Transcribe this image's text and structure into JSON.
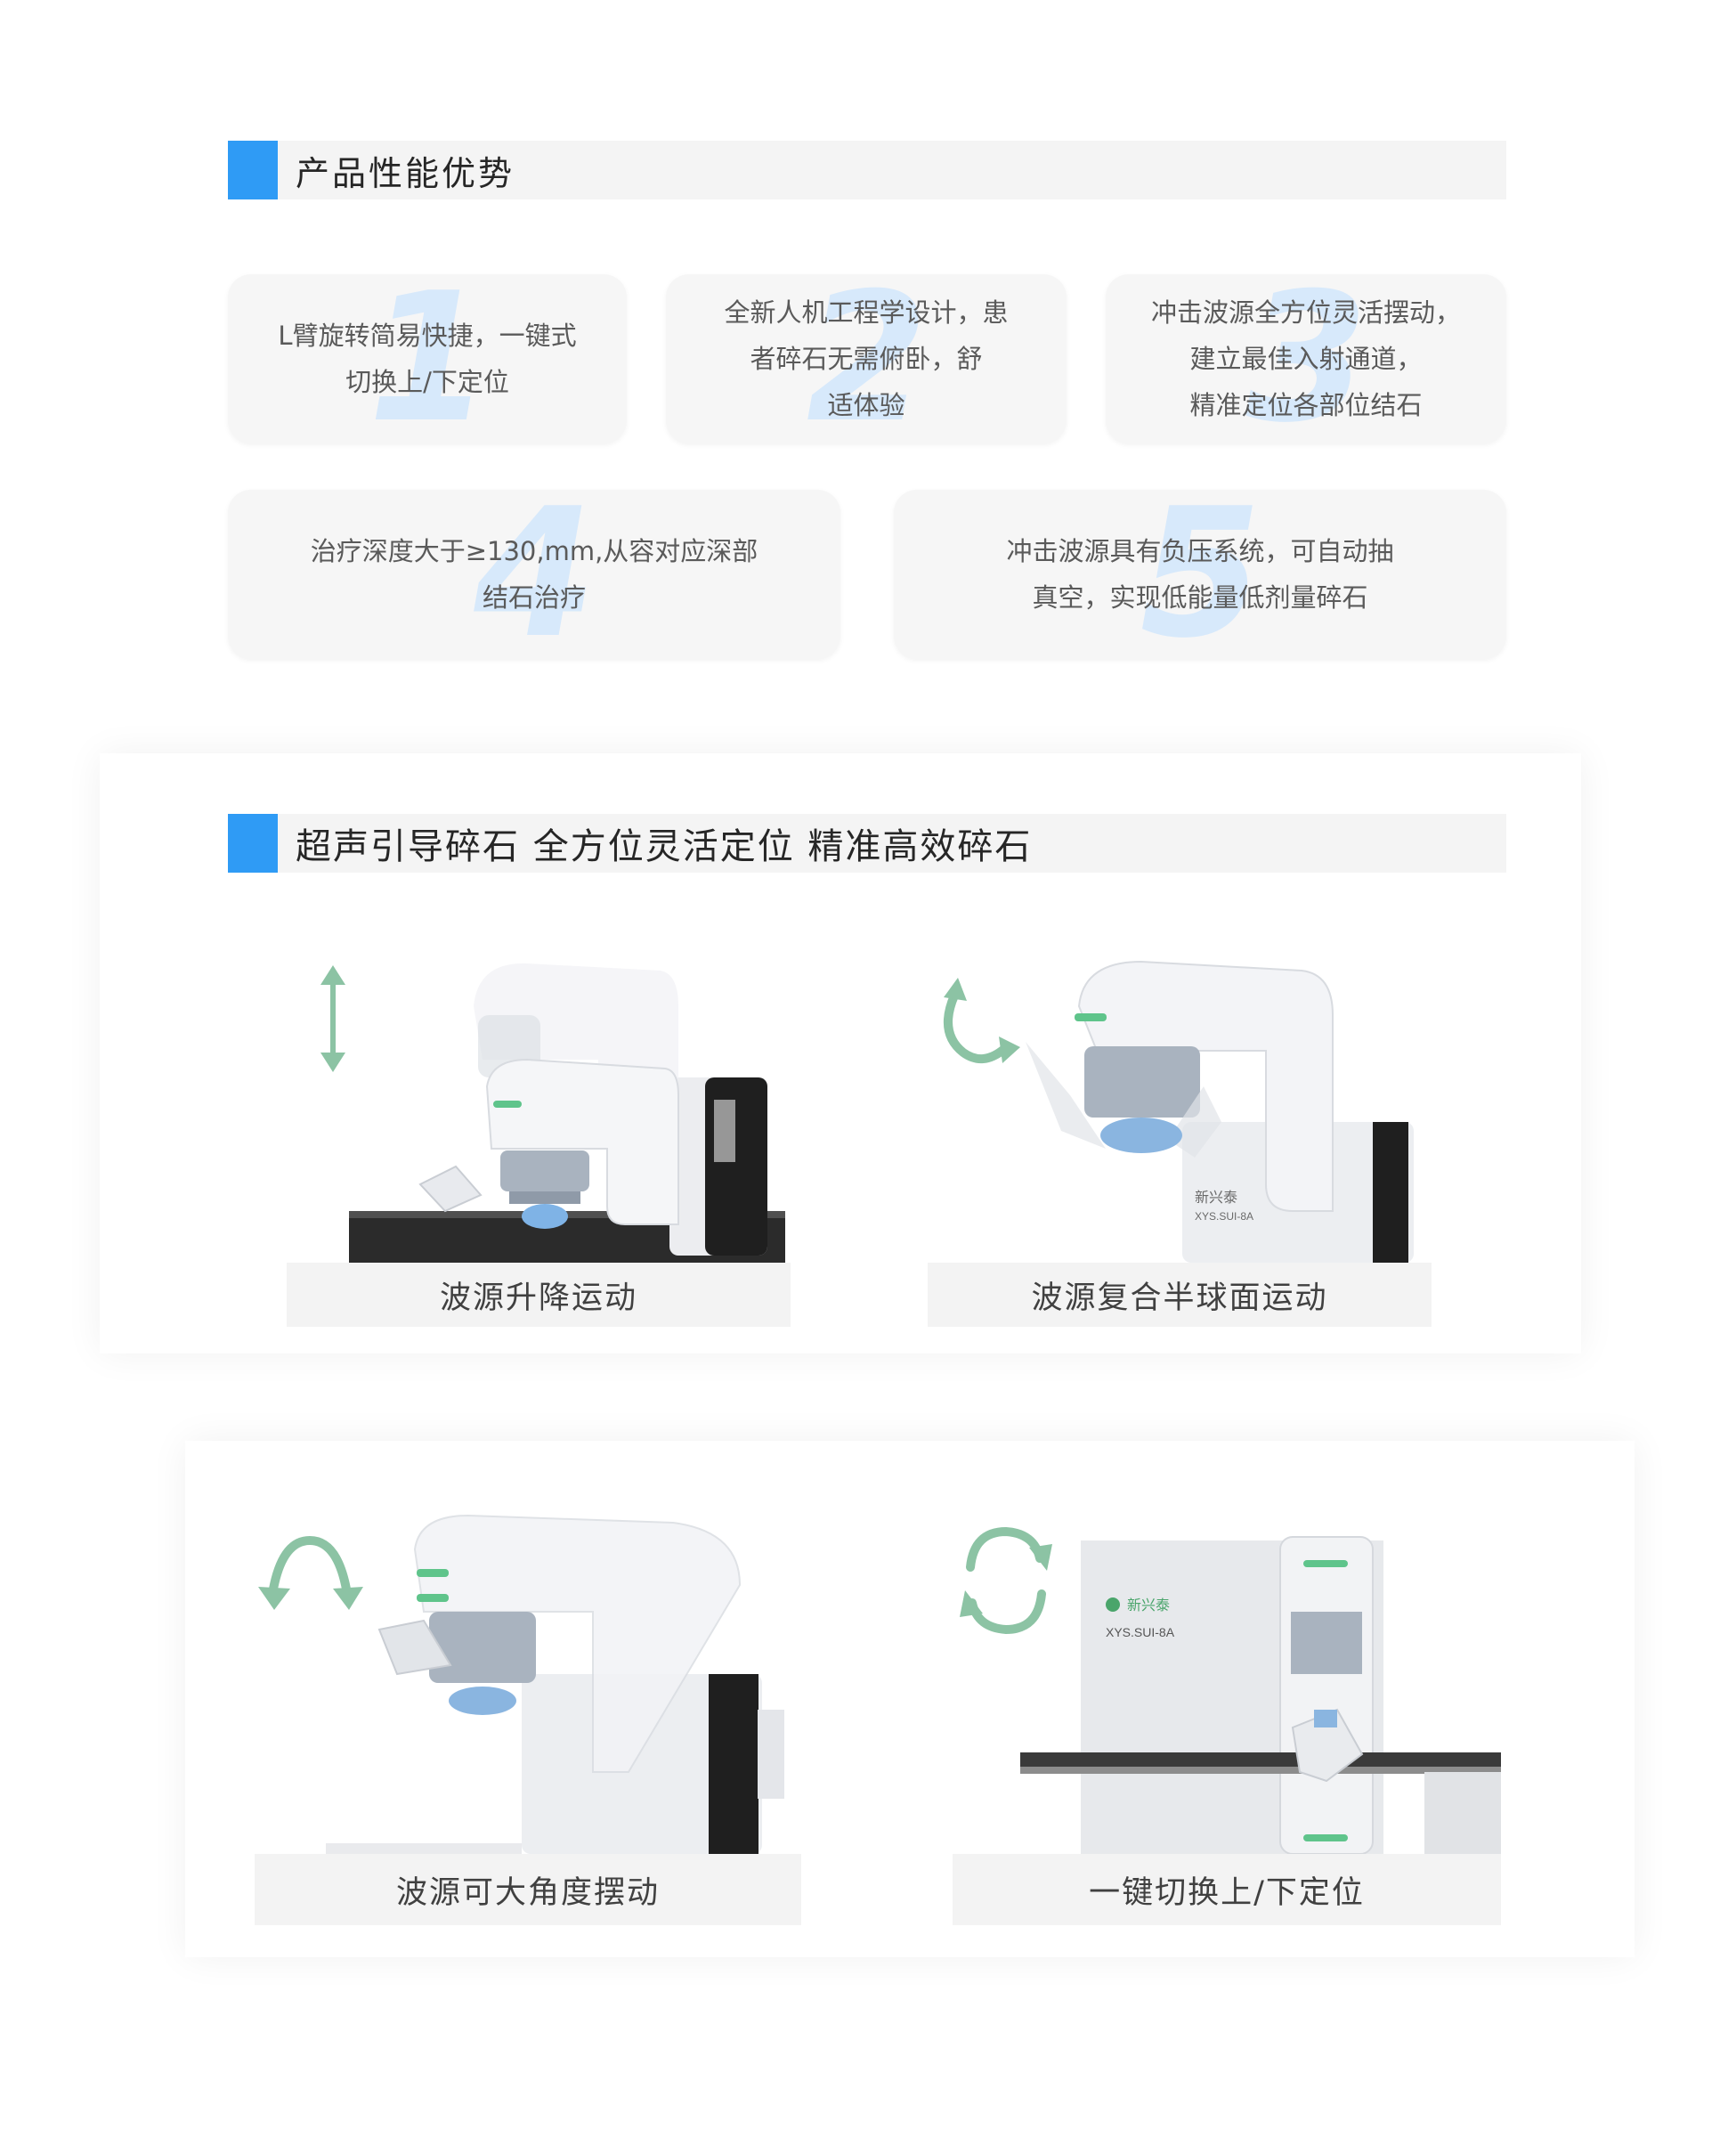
{
  "accent_color": "#2f9bf5",
  "section1": {
    "title": "产品性能优势"
  },
  "cards": [
    {
      "number": "1",
      "text": "L臂旋转简易快捷，一键式\n切换上/下定位"
    },
    {
      "number": "2",
      "text": "全新人机工程学设计，患\n者碎石无需俯卧，舒\n适体验"
    },
    {
      "number": "3",
      "text": "冲击波源全方位灵活摆动，\n建立最佳入射通道，\n精准定位各部位结石"
    },
    {
      "number": "4",
      "text": "治疗深度大于≥130,mm,从容对应深部\n结石治疗"
    },
    {
      "number": "5",
      "text": "冲击波源具有负压系统，可自动抽\n真空，实现低能量低剂量碎石"
    }
  ],
  "section2": {
    "title": "超声引导碎石 全方位灵活定位 精准高效碎石"
  },
  "features": [
    {
      "caption": "波源升降运动",
      "icon": "vertical-arrows-icon"
    },
    {
      "caption": "波源复合半球面运动",
      "icon": "rotate-arrow-icon"
    },
    {
      "caption": "波源可大角度摆动",
      "icon": "swing-arrows-icon"
    },
    {
      "caption": "一键切换上/下定位",
      "icon": "cycle-arrows-icon"
    }
  ],
  "device": {
    "brand": "新兴泰",
    "model": "XYS.SUI-8A"
  }
}
